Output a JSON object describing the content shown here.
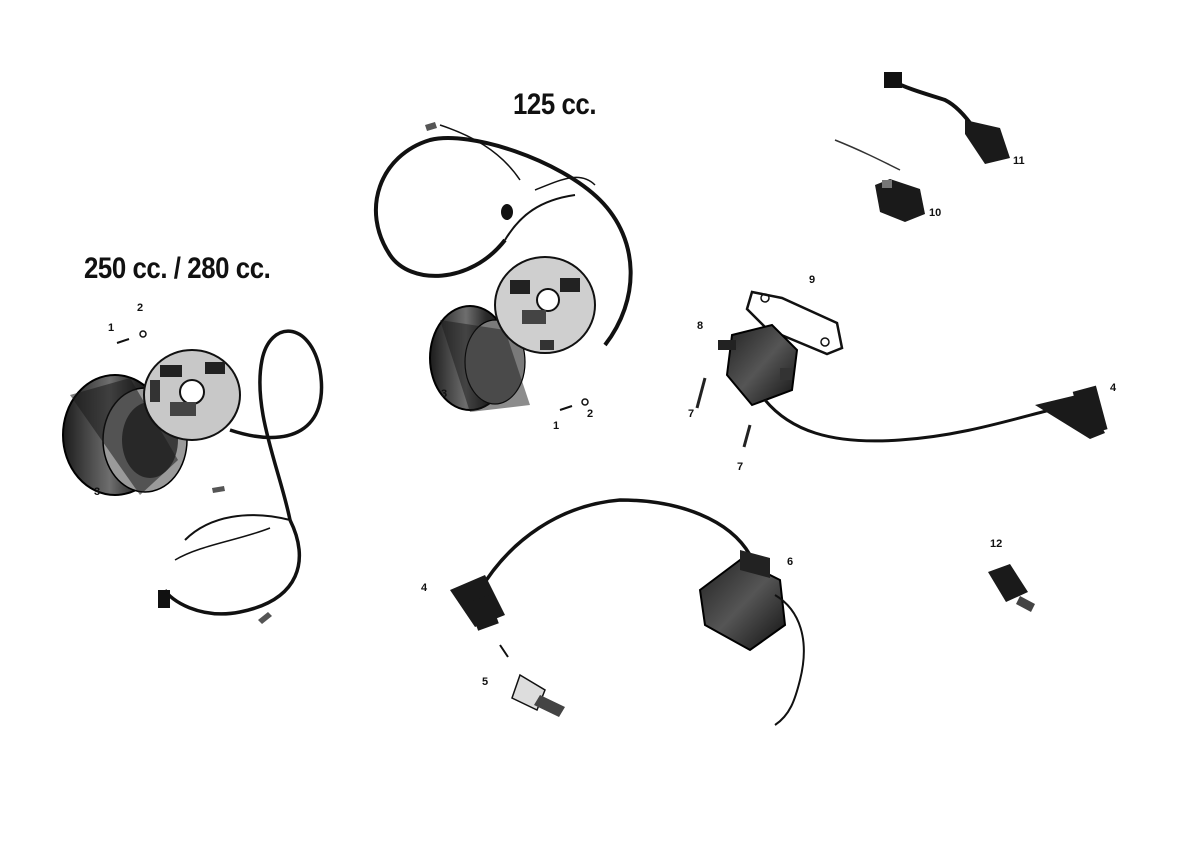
{
  "titles": {
    "small": "125 cc.",
    "large": "250 cc. / 280 cc."
  },
  "callouts": {
    "c1_left": "1",
    "c2_left": "2",
    "c3_left": "3",
    "c3_mid": "3",
    "c1_mid": "1",
    "c2_mid": "2",
    "c4_right": "4",
    "c7_a": "7",
    "c7_b": "7",
    "c8": "8",
    "c9": "9",
    "c10": "10",
    "c11": "11",
    "c12": "12",
    "c4_bottom": "4",
    "c5": "5",
    "c6": "6"
  }
}
